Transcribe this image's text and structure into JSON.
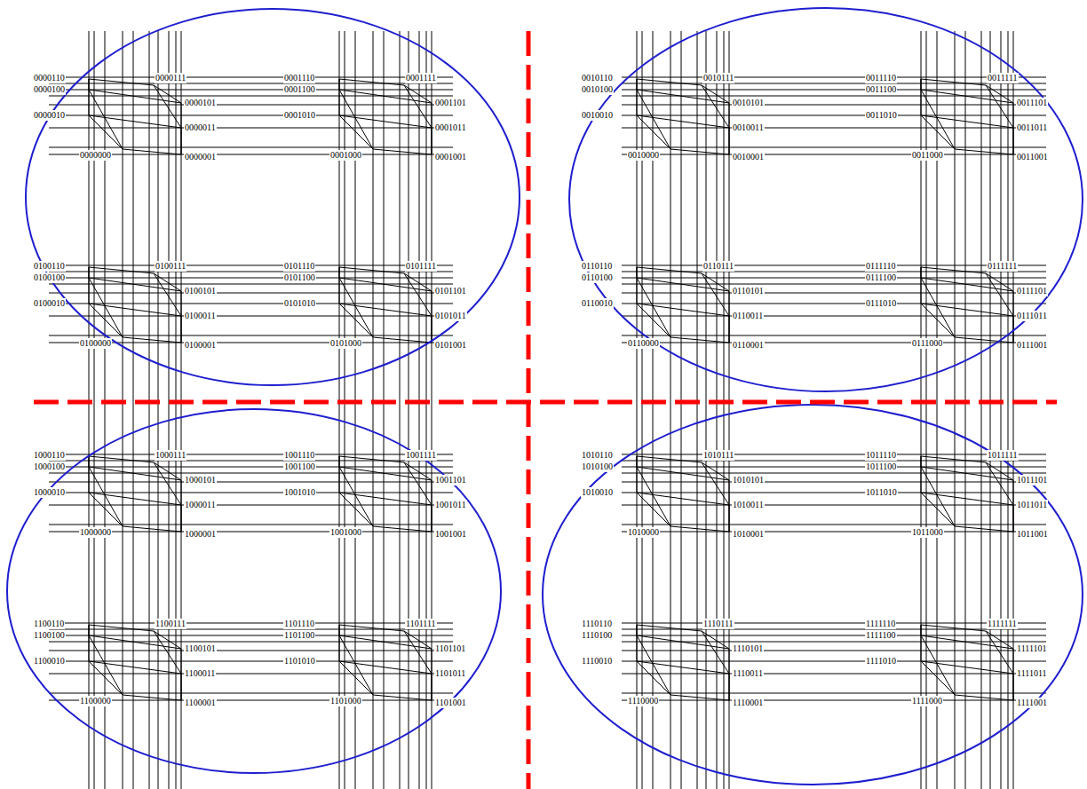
{
  "diagram": {
    "labels": [
      "0000110",
      "0000111",
      "0000100",
      "0000101",
      "0000010",
      "0000011",
      "0000000",
      "0000001",
      "0001110",
      "0001111",
      "0001100",
      "0001101",
      "0001010",
      "0001011",
      "0001000",
      "0001001",
      "0010110",
      "0010111",
      "0010100",
      "0010101",
      "0010010",
      "0010011",
      "0010000",
      "0010001",
      "0011110",
      "0011111",
      "0011100",
      "0011101",
      "0011010",
      "0011011",
      "0011000",
      "0011001",
      "0100110",
      "0100111",
      "0100100",
      "0100101",
      "0100010",
      "0100011",
      "0100000",
      "0100001",
      "0101110",
      "0101111",
      "0101100",
      "0101101",
      "0101010",
      "0101011",
      "0101000",
      "0101001",
      "0110110",
      "0110111",
      "0110100",
      "0110101",
      "0110010",
      "0110011",
      "0110000",
      "0110001",
      "0111110",
      "0111111",
      "0111100",
      "0111101",
      "0111010",
      "0111011",
      "0111000",
      "0111001",
      "1000110",
      "1000111",
      "1000100",
      "1000101",
      "1000010",
      "1000011",
      "1000000",
      "1000001",
      "1001110",
      "1001111",
      "1001100",
      "1001101",
      "1001010",
      "1001011",
      "1001000",
      "1001001",
      "1010110",
      "1010111",
      "1010100",
      "1010101",
      "1010010",
      "1010011",
      "1010000",
      "1010001",
      "1011110",
      "1011111",
      "1011100",
      "1011101",
      "1011010",
      "1011011",
      "1011000",
      "1011001",
      "1100110",
      "1100111",
      "1100100",
      "1100101",
      "1100010",
      "1100011",
      "1100000",
      "1100001",
      "1101110",
      "1101111",
      "1101100",
      "1101101",
      "1101010",
      "1101011",
      "1101000",
      "1101001",
      "1110110",
      "1110111",
      "1110100",
      "1110101",
      "1110010",
      "1110011",
      "1110000",
      "1110001",
      "1111110",
      "1111111",
      "1111100",
      "1111101",
      "1111010",
      "1111011",
      "1111000",
      "1111001"
    ]
  }
}
